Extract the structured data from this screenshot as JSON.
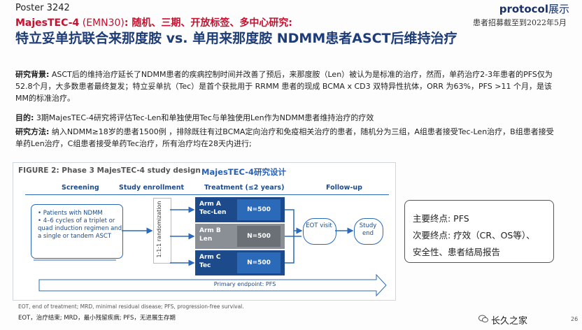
{
  "header": {
    "poster": "Poster  3242",
    "brand_bold": "protocol",
    "brand_rest": "展示",
    "recruit_note": "患者招募截至到2022年5月",
    "title_trial": "MajesTEC-4",
    "title_code": " (EMN30)",
    "title_rest": ": 随机、三期、开放标签、多中心研究:",
    "subtitle": "特立妥单抗联合来那度胺 vs. 单用来那度胺 NDMM患者ASCT后维持治疗"
  },
  "body": {
    "background_label": "研究背景:",
    "background_text": "ASCT后的维持治疗延长了NDMM患者的疾病控制时间并改善了预后，来那度胺（Len）被认为是标准的治疗，然而，单药治疗2-3年患者的PFS仅为52.8个月，大多数患者最终复发；特立妥单抗（Tec）是首个获批用于 RRMM 患者的现成 BCMA x CD3 双特异性抗体，ORR 为63%，PFS >11 个月，是该MM的标准治疗。",
    "purpose_label": "目的:",
    "purpose_text": "3期MajesTEC-4研究将评估Tec-Len和单独使用Tec与单独使用Len作为NDMM患者维持治疗的疗效",
    "method_label": "研究方法:",
    "method_text": "纳入NDMM≥18岁的患者1500例 ，排除既往有过BCMA定向治疗和免疫相关治疗的患者，随机分为三组，A组患者接受Tec-Len治疗，B组患者接受单药Len治疗，C组患者接受单药Tec治疗，所有治疗均在28天内进行;"
  },
  "figure": {
    "title": "FIGURE 2: Phase 3 MajesTEC-4 study design",
    "title_cn": "MajesTEC-4研究设计",
    "headers": [
      "Screening",
      "Study enrollment",
      "Treatment (≤2 years)",
      "Follow-up"
    ],
    "patient_bullets": [
      "Patients with NDMM",
      "4–6 cycles of a triplet or quad induction regimen and a single or tandem ASCT"
    ],
    "randomization": "1:1:1 randomization",
    "arms": [
      {
        "name": "Arm A",
        "drug": "Tec-Len",
        "n": "N=500"
      },
      {
        "name": "Arm B",
        "drug": "Len",
        "n": "N=500"
      },
      {
        "name": "Arm C",
        "drug": "Tec",
        "n": "N=500"
      }
    ],
    "eot": "EOT visit",
    "study_end": "Study end",
    "primary_endpoint": "Primary endpoint: PFS",
    "footnote_en": "EOT, end of treatment; MRD, minimal residual disease; PFS, progression-free survival.",
    "footnote_cn": "EOT，治疗结束; MRD，最小残留疾病; PFS，无进展生存期"
  },
  "endpoints": {
    "primary": "主要终点: PFS",
    "secondary": "次要终点: 疗效（CR、OS等）、",
    "secondary_cont": "安全性、患者结局报告"
  },
  "watermark": "长久之家",
  "page_number": "26",
  "colors": {
    "title_red": "#c8102e",
    "title_blue": "#1d3c78",
    "arm_blue": "#1d4a8a",
    "arm_gray": "#8a8f96"
  }
}
